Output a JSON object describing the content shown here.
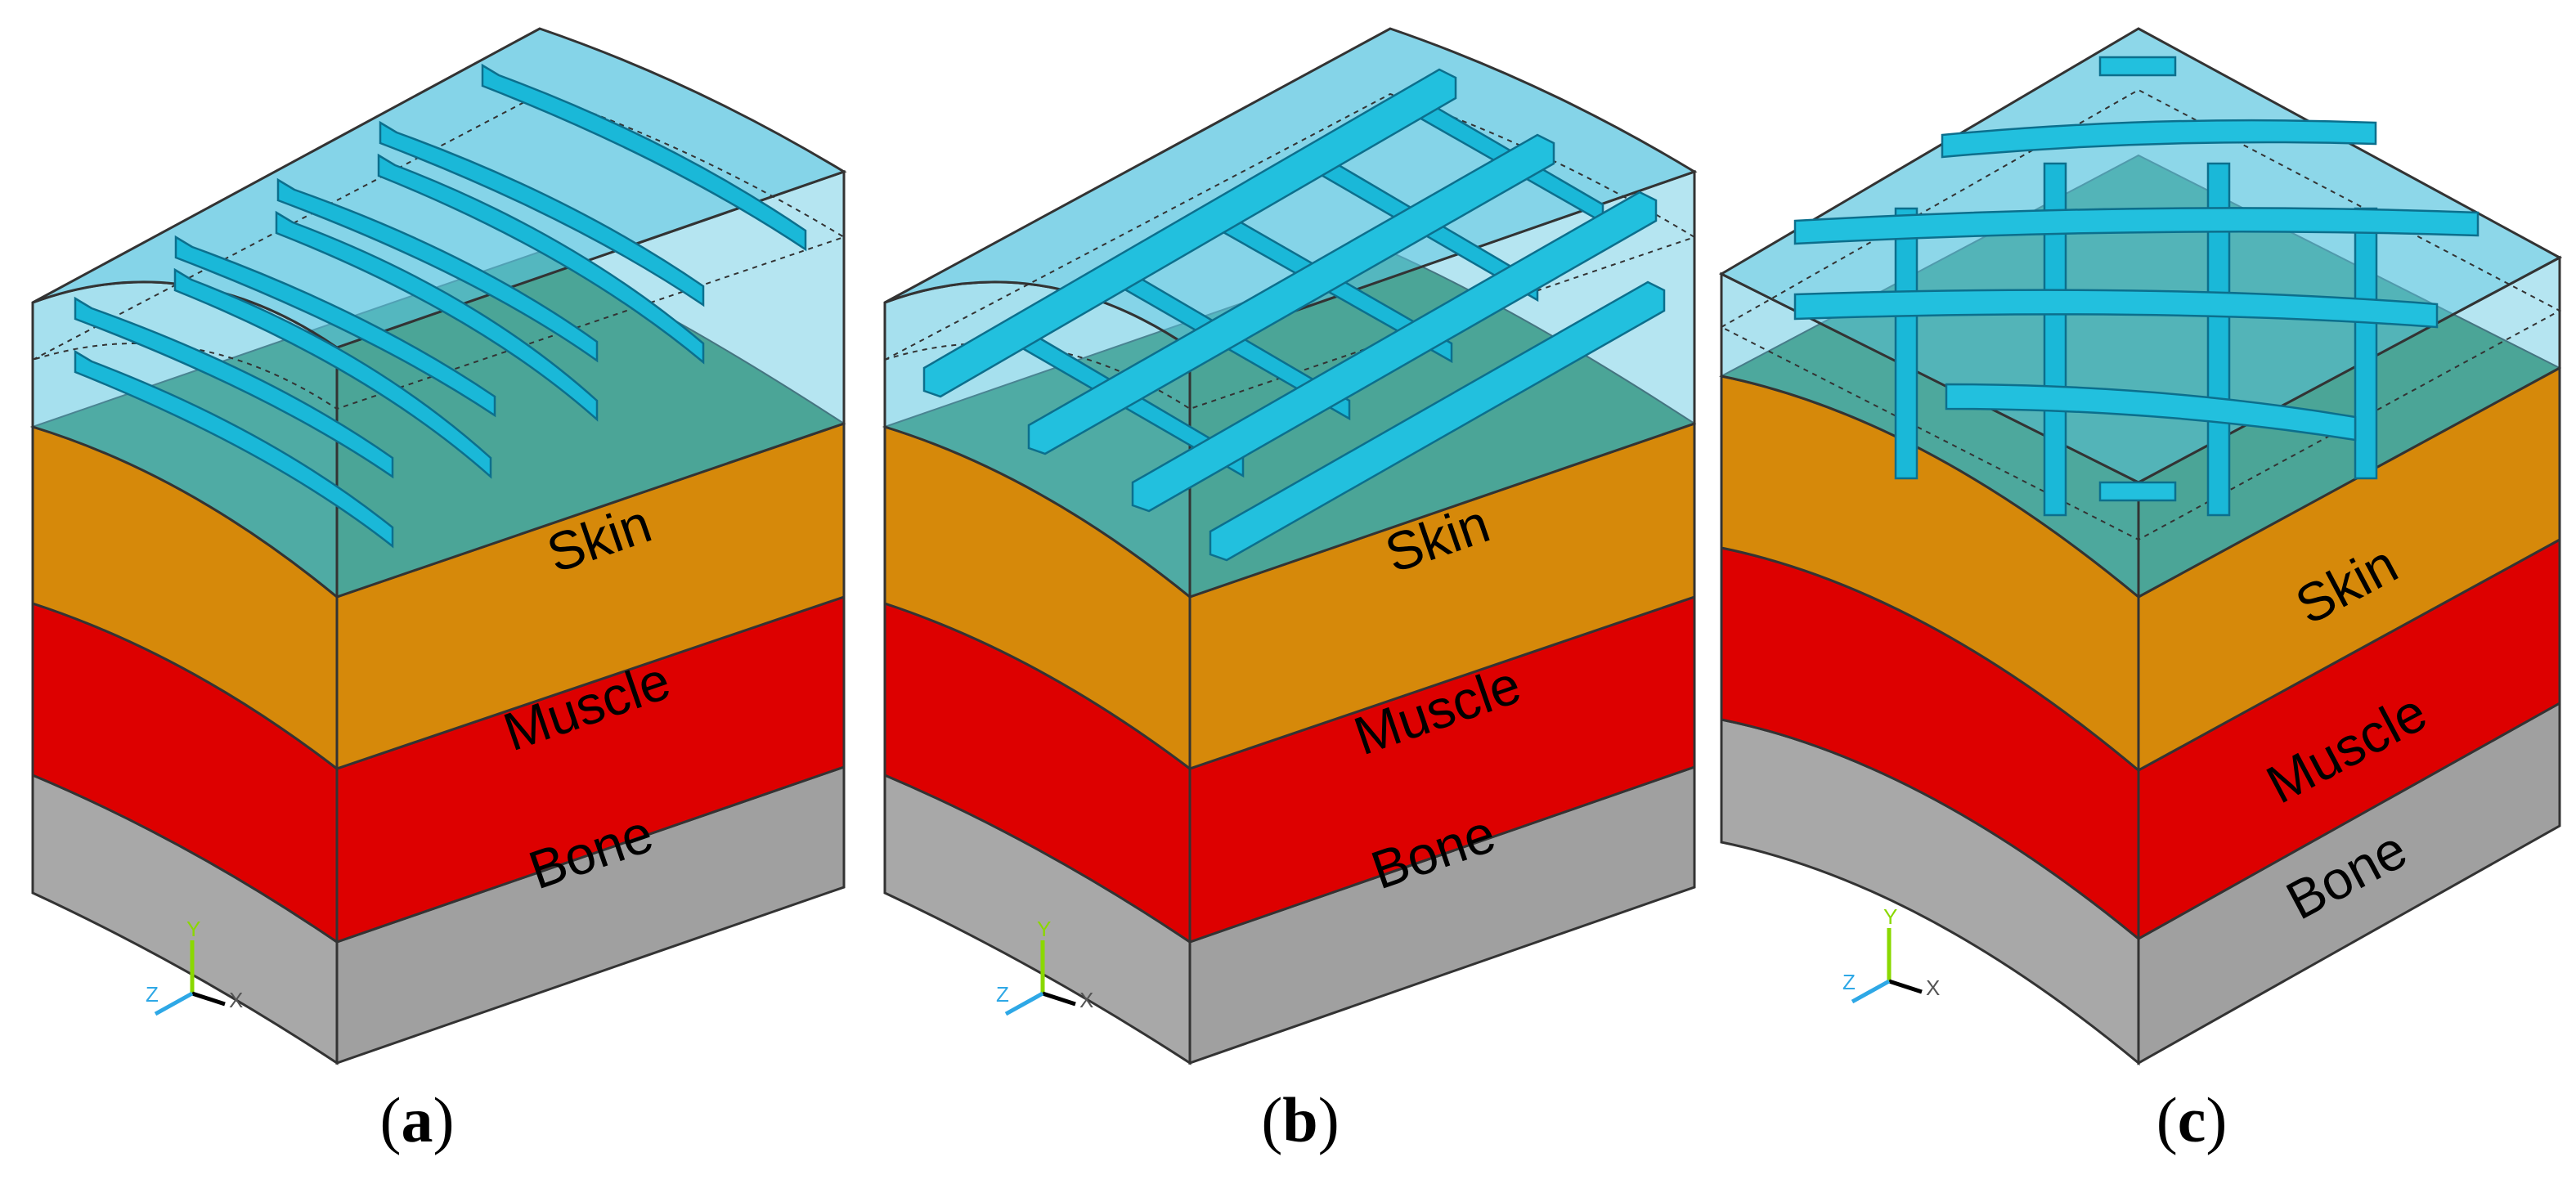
{
  "panels": [
    {
      "id": "a",
      "caption_open": "(",
      "caption_letter": "a",
      "caption_close": ")"
    },
    {
      "id": "b",
      "caption_open": "(",
      "caption_letter": "b",
      "caption_close": ")"
    },
    {
      "id": "c",
      "caption_open": "(",
      "caption_letter": "c",
      "caption_close": ")"
    }
  ],
  "layers": {
    "skin": "Skin",
    "muscle": "Muscle",
    "bone": "Bone"
  },
  "axes": {
    "x": "X",
    "y": "Y",
    "z": "Z"
  },
  "colors": {
    "hydrogel": "#5cc6e0",
    "channel": "#1ab8d8",
    "channel_dark": "#0f8fb2",
    "skin_top": "#3f8a5b",
    "skin": "#d6890a",
    "muscle": "#dd0000",
    "bone": "#a8a8a8",
    "axis_x": "#000000",
    "axis_y": "#8ad800",
    "axis_z": "#2ea8e6"
  }
}
